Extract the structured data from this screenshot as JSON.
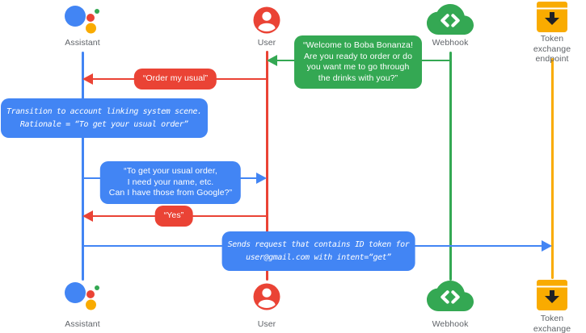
{
  "colors": {
    "blue": "#4285F4",
    "red": "#EA4335",
    "green": "#34A853",
    "yellow": "#F9AB00",
    "gray": "#5F6368",
    "arrow-dark": "#202124"
  },
  "actors": {
    "assistant": {
      "label": "Assistant"
    },
    "user": {
      "label": "User"
    },
    "webhook": {
      "label": "Webhook"
    },
    "token_endpoint": {
      "label": "Token exchange\nendpoint"
    }
  },
  "messages": {
    "welcome": {
      "from": "Webhook",
      "to": "User",
      "text": "“Welcome to Boba Bonanza!\nAre you ready to order or do\nyou want me to go through\nthe drinks with you?”"
    },
    "order_usual": {
      "from": "User",
      "to": "Assistant",
      "text": "“Order my usual”"
    },
    "transition_note": {
      "actor": "Assistant",
      "text": "Transition to account linking system scene.\nRationale = “To get your usual order”"
    },
    "ask_details": {
      "from": "Assistant",
      "to": "User",
      "text": "“To get your usual order,\nI need your name, etc.\nCan I have those from Google?”"
    },
    "yes": {
      "from": "User",
      "to": "Assistant",
      "text": "“Yes”"
    },
    "sends_request": {
      "from": "Assistant",
      "to": "Token exchange endpoint",
      "text": "Sends request that contains ID token for\nuser@gmail.com with intent=“get”"
    }
  }
}
